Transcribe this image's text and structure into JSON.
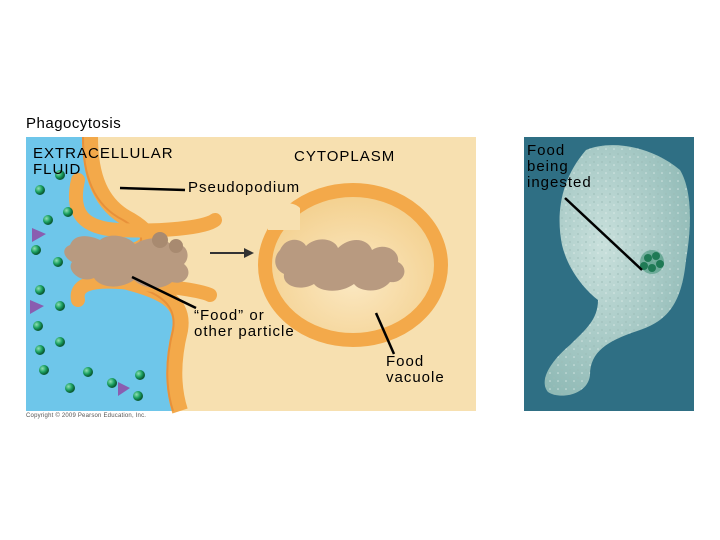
{
  "title": "Phagocytosis",
  "labels": {
    "extracellular": "EXTRACELLULAR\nFLUID",
    "cytoplasm": "CYTOPLASM",
    "pseudopodium": "Pseudopodium",
    "food_particle": "“Food” or\nother particle",
    "food_vacuole": "Food\nvacuole",
    "food_ingested": "Food\nbeing\ningested"
  },
  "copyright": "Copyright © 2009 Pearson Education, Inc.",
  "colors": {
    "extracellular_fluid": "#6ec6ea",
    "cytoplasm": "#f7e0b0",
    "membrane": "#f3a94a",
    "particle": "#b89a80",
    "green_dots": "#1aa061",
    "purple_triangles": "#8a5db0",
    "micrograph_background": "#2f6f84",
    "micrograph_cell": "#b7d3d1"
  }
}
